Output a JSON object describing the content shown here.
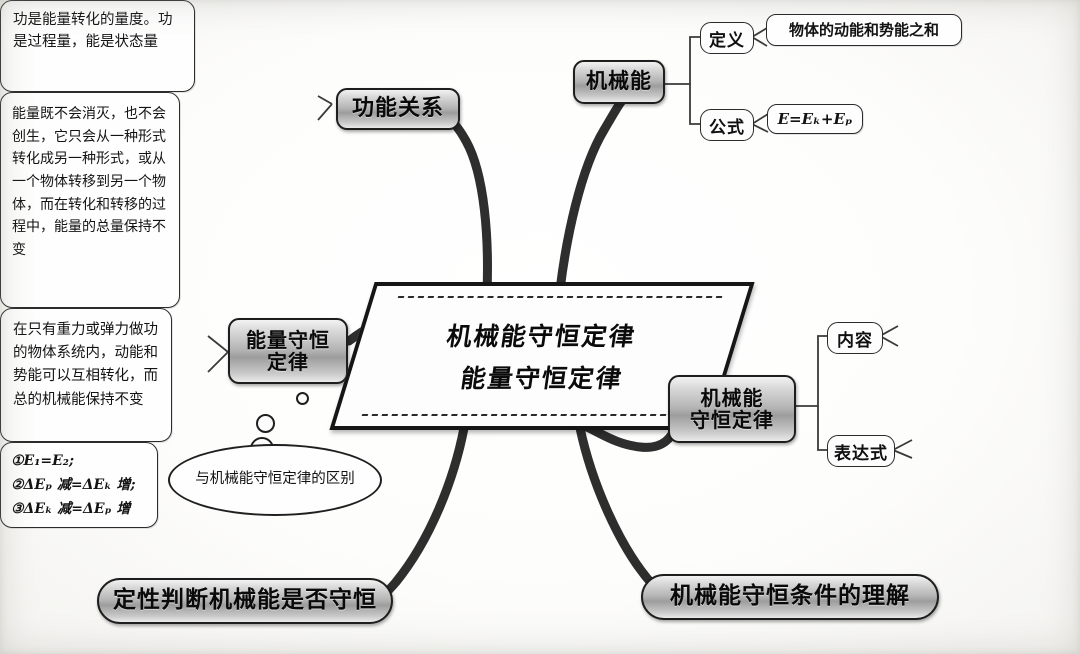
{
  "diagram": {
    "title": "机械能守恒定律 能量守恒定律 思维导图",
    "type": "mind-map",
    "center": {
      "line1": "机械能守恒定律",
      "line2": "能量守恒定律"
    },
    "branches": {
      "gongneng": {
        "node_label": "功能关系",
        "callout": "功是能量转化的量度。功是过程量，能是状态量"
      },
      "jixieneng": {
        "node_label": "机械能",
        "sub": [
          {
            "label": "定义",
            "value": "物体的动能和势能之和"
          },
          {
            "label": "公式",
            "value": "E=Eₖ+Eₚ"
          }
        ]
      },
      "nengliang": {
        "node_label_line1": "能量守恒",
        "node_label_line2": "定律",
        "callout": "能量既不会消灭，也不会创生，它只会从一种形式转化成另一种形式，或从一个物体转移到另一个物体，而在转化和转移的过程中，能量的总量保持不变",
        "bubble": "与机械能守恒定律的区别"
      },
      "shouheng": {
        "node_label_line1": "机械能",
        "node_label_line2": "守恒定律",
        "sub": [
          {
            "label": "内容",
            "value": "在只有重力或弹力做功的物体系统内，动能和势能可以互相转化，而总的机械能保持不变"
          },
          {
            "label": "表达式",
            "value": "①E₁=E₂；②ΔE_p减=ΔE_k增；③ΔE_k减=ΔE_p增"
          }
        ],
        "formulas": [
          "①E₁=E₂;",
          "②ΔEₚ 减=ΔEₖ 增;",
          "③ΔEₖ 减=ΔEₚ 增"
        ]
      },
      "bottom_left": {
        "node_label": "定性判断机械能是否守恒"
      },
      "bottom_right": {
        "node_label": "机械能守恒条件的理解"
      }
    },
    "colors": {
      "paper": "#fbfbf9",
      "ink": "#1a1a1a",
      "node_fill_light": "#e8e8e8",
      "node_fill_dark": "#9d9d9d",
      "connector": "#2a2a2a"
    }
  }
}
